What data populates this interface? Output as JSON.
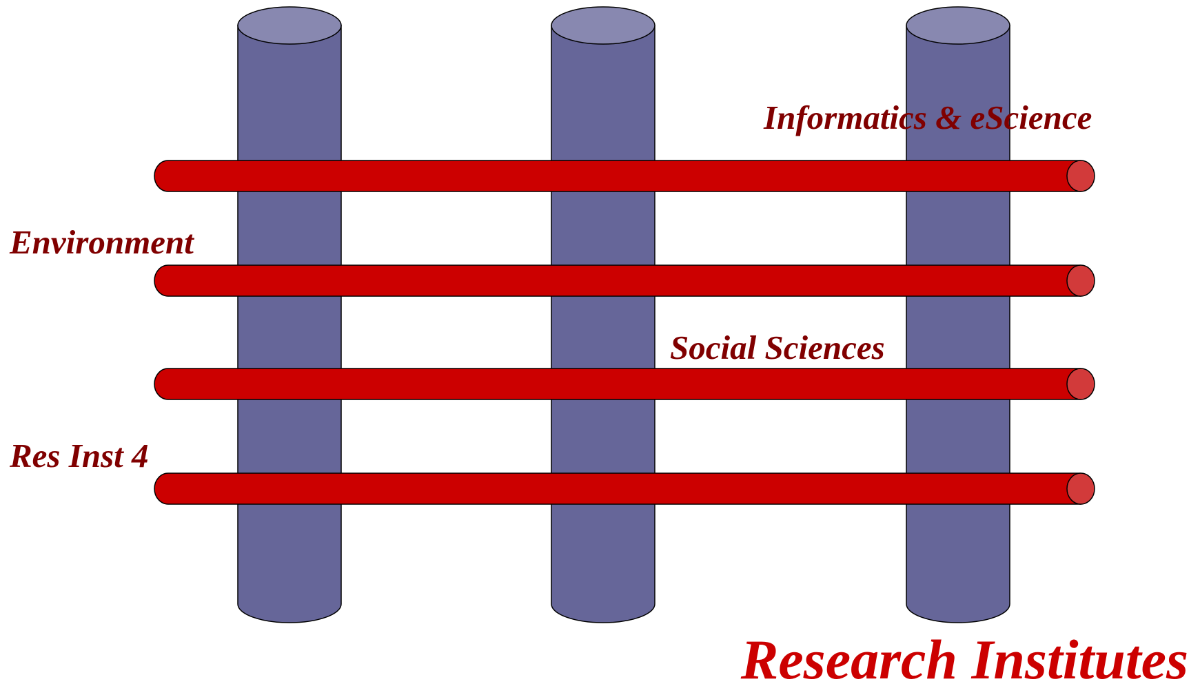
{
  "title": "Research Institutes",
  "rows": [
    {
      "label": "Informatics & eScience"
    },
    {
      "label": "Environment"
    },
    {
      "label": "Social Sciences"
    },
    {
      "label": "Res Inst 4"
    }
  ],
  "column_count": 3,
  "colors": {
    "pillar_body": "#666699",
    "pillar_top": "#8888b0",
    "pipe_body": "#cc0000",
    "pipe_end": "#d23a3a",
    "label_text": "#800000",
    "title_text": "#cc0000",
    "outline": "#000000"
  }
}
